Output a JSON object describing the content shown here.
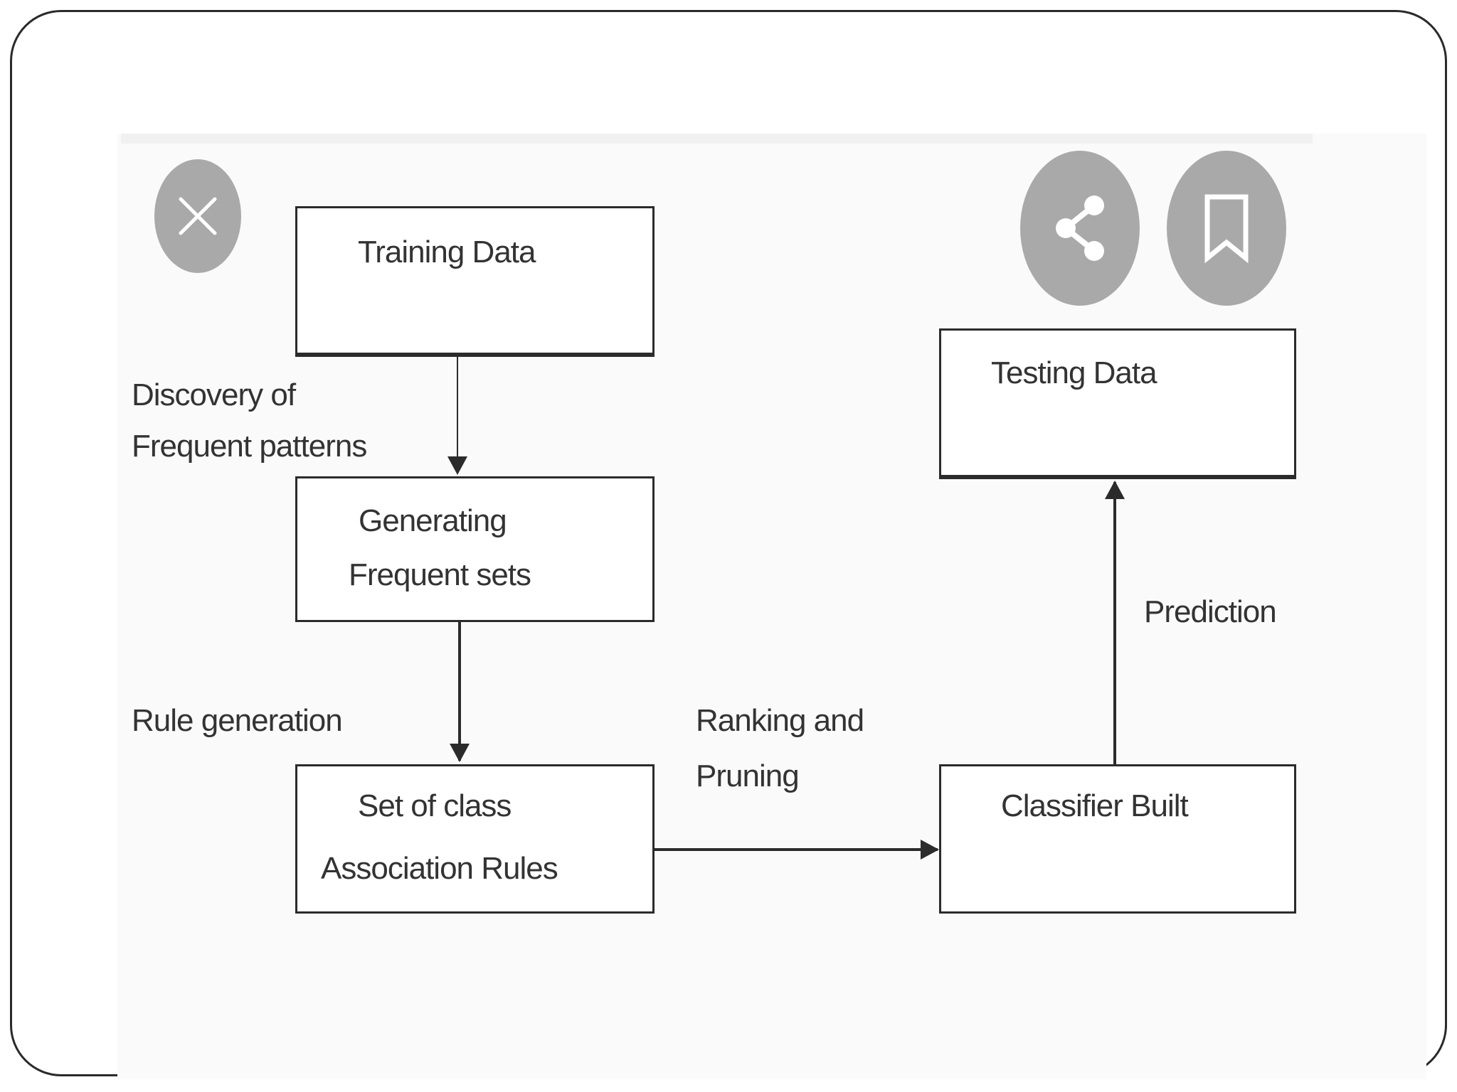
{
  "diagram": {
    "nodes": {
      "training_data": {
        "lines": [
          "Training Data"
        ]
      },
      "generating_frequent_sets": {
        "lines": [
          "Generating",
          "Frequent sets"
        ]
      },
      "class_association_rules": {
        "lines": [
          "Set of class",
          "Association Rules"
        ]
      },
      "classifier_built": {
        "lines": [
          "Classifier Built"
        ]
      },
      "testing_data": {
        "lines": [
          "Testing Data"
        ]
      }
    },
    "edge_labels": {
      "discovery": [
        "Discovery of",
        "Frequent patterns"
      ],
      "rule_generation": "Rule generation",
      "ranking_pruning": [
        "Ranking and",
        "Pruning"
      ],
      "prediction": "Prediction"
    }
  },
  "overlay": {
    "close_icon": "close-icon",
    "share_icon": "share-icon",
    "bookmark_icon": "bookmark-icon",
    "button_color": "#a9a9a9"
  }
}
